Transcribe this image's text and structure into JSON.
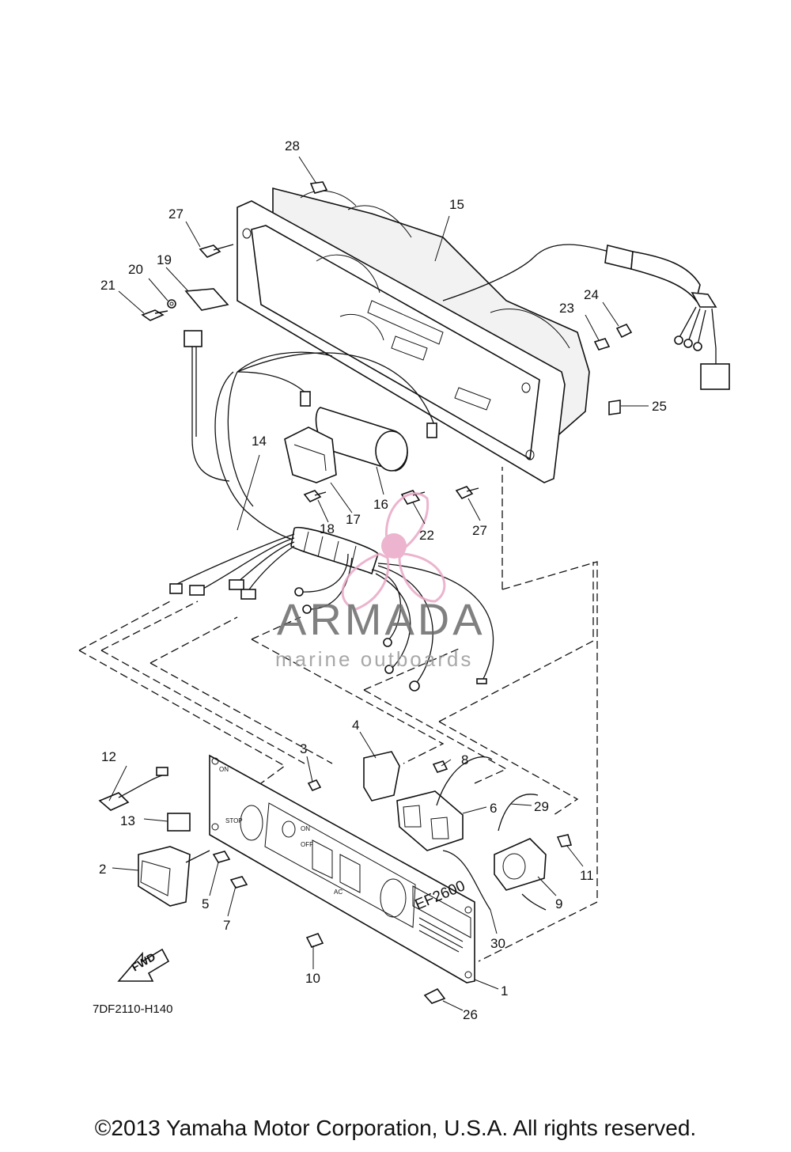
{
  "callouts": [
    "1",
    "2",
    "3",
    "4",
    "5",
    "6",
    "7",
    "8",
    "9",
    "10",
    "11",
    "12",
    "13",
    "14",
    "15",
    "16",
    "17",
    "18",
    "19",
    "20",
    "21",
    "22",
    "23",
    "24",
    "25",
    "26",
    "27",
    "28",
    "29",
    "30"
  ],
  "callout_27b": "27",
  "diagram_code": "7DF2110-H140",
  "fwd_label": "FWD",
  "model_plate": "EF2600",
  "panel_text": {
    "on": "ON",
    "stop": "STOP",
    "sw_on": "ON",
    "sw_off": "OFF",
    "ac": "AC"
  },
  "watermark": {
    "title": "ARMADA",
    "subtitle": "marine outboards",
    "color": "#e9a7c6"
  },
  "copyright": "©2013 Yamaha Motor Corporation, U.S.A. All rights reserved."
}
